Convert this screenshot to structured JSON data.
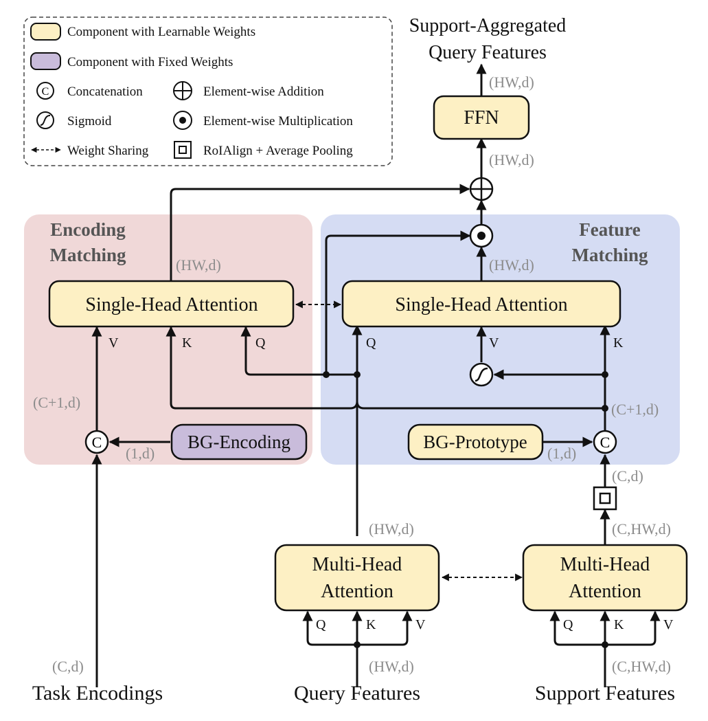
{
  "legend": {
    "learnable": "Component with Learnable Weights",
    "fixed": "Component with Fixed Weights",
    "concat": "Concatenation",
    "addition": "Element-wise Addition",
    "sigmoid": "Sigmoid",
    "multiplication": "Element-wise Multiplication",
    "sharing": "Weight Sharing",
    "roialign": "RoIAlign + Average Pooling",
    "concat_symbol": "C"
  },
  "output": {
    "title_line1": "Support-Aggregated",
    "title_line2": "Query Features"
  },
  "regions": {
    "encoding_line1": "Encoding",
    "encoding_line2": "Matching",
    "feature_line1": "Feature",
    "feature_line2": "Matching"
  },
  "blocks": {
    "ffn": "FFN",
    "sha_left": "Single-Head Attention",
    "sha_right": "Single-Head Attention",
    "bg_encoding": "BG-Encoding",
    "bg_prototype": "BG-Prototype",
    "mha_q_line1": "Multi-Head",
    "mha_q_line2": "Attention",
    "mha_s_line1": "Multi-Head",
    "mha_s_line2": "Attention"
  },
  "dims": {
    "ffn_out": "(HW,d)",
    "ffn_in": "(HW,d)",
    "enc_out": "(HW,d)",
    "feat_out": "(HW,d)",
    "enc_concat": "(C+1,d)",
    "enc_bg": "(1,d)",
    "feat_concat": "(C+1,d)",
    "feat_bg": "(1,d)",
    "pool_out": "(C,d)",
    "mha_s_out": "(C,HW,d)",
    "mha_q_out": "(HW,d)",
    "task_in": "(C,d)",
    "query_in": "(HW,d)",
    "support_in": "(C,HW,d)"
  },
  "qkv": {
    "enc_v": "V",
    "enc_k": "K",
    "enc_q": "Q",
    "feat_q": "Q",
    "feat_v": "V",
    "feat_k": "K",
    "mq_q": "Q",
    "mq_k": "K",
    "mq_v": "V",
    "ms_q": "Q",
    "ms_k": "K",
    "ms_v": "V"
  },
  "inputs": {
    "task": "Task Encodings",
    "query": "Query Features",
    "support": "Support Features"
  },
  "colors": {
    "learnable": "#fdf0c4",
    "fixed": "#c9bcdb",
    "encoding_region": "#f0d8d8",
    "feature_region": "#d5dcf3"
  }
}
